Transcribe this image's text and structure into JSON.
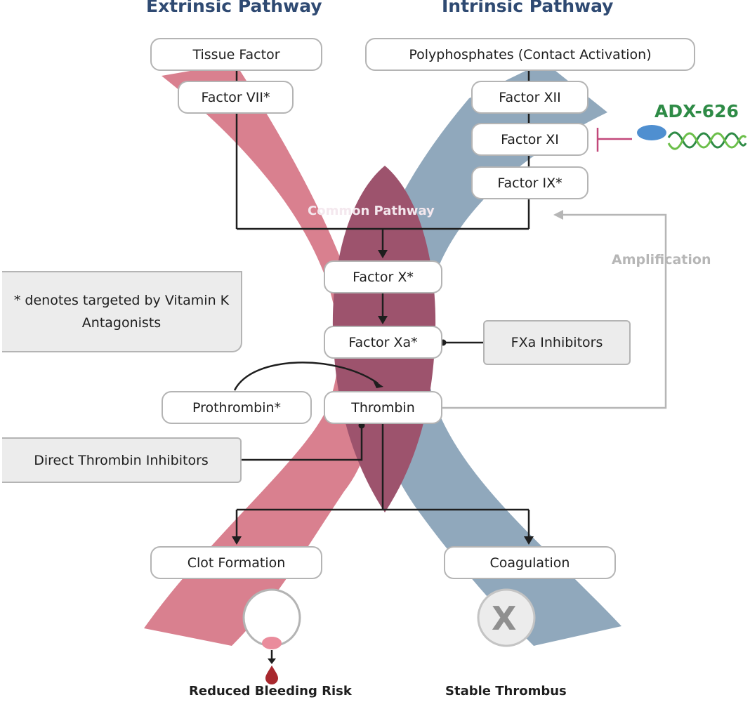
{
  "headers": {
    "extrinsic": "Extrinsic Pathway",
    "intrinsic": "Intrinsic Pathway"
  },
  "nodes": {
    "tissue_factor": "Tissue Factor",
    "polyphosphates": "Polyphosphates (Contact Activation)",
    "factor_vii": "Factor VII*",
    "factor_xii": "Factor XII",
    "factor_xi": "Factor XI",
    "factor_ix": "Factor IX*",
    "factor_x": "Factor X*",
    "factor_xa": "Factor Xa*",
    "prothrombin": "Prothrombin*",
    "thrombin": "Thrombin",
    "clot_formation": "Clot Formation",
    "coagulation": "Coagulation"
  },
  "inhibitors": {
    "fxa": "FXa Inhibitors",
    "direct_thrombin": "Direct Thrombin Inhibitors"
  },
  "labels": {
    "common_pathway": "Common Pathway",
    "amplification": "Amplification",
    "adx": "ADX-626",
    "reduced_bleeding": "Reduced Bleeding Risk",
    "stable_thrombus": "Stable Thrombus",
    "x_mark": "X"
  },
  "note": "* denotes targeted by Vitamin K Antagonists",
  "colors": {
    "extrinsic_band": "#d9808f",
    "intrinsic_band": "#8aa3b8",
    "overlap": "#9d536d",
    "header": "#2f4a72",
    "adx": "#2e8b46",
    "inhibit_line": "#c2487a",
    "droplet": "#a8282e"
  }
}
